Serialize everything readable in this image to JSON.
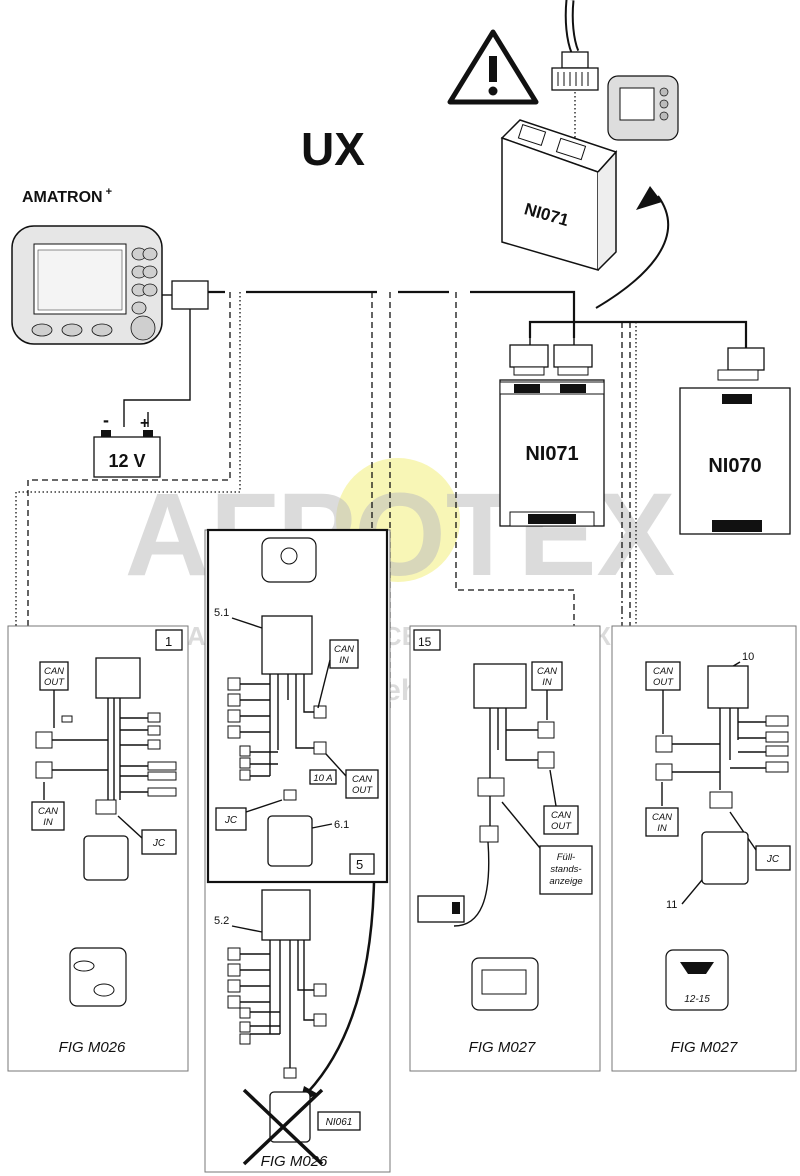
{
  "title": "UX",
  "terminal": {
    "name": "AMATRON",
    "superscript": "+"
  },
  "battery": {
    "label": "12 V",
    "minus": "-",
    "plus": "+"
  },
  "modules": {
    "top": "NI071",
    "left": "NI071",
    "right": "NI070"
  },
  "panels": {
    "p1": {
      "number": "1",
      "can_out": [
        "CAN",
        "OUT"
      ],
      "can_in": [
        "CAN",
        "IN"
      ],
      "jc": "JC",
      "fig": "FIG M026"
    },
    "p5": {
      "number": "5",
      "item_51": "5.1",
      "item_61": "6.1",
      "item_52": "5.2",
      "can_in": [
        "CAN",
        "IN"
      ],
      "can_out": [
        "CAN",
        "OUT"
      ],
      "fuse": "10 A",
      "jc": "JC",
      "ni061": "NI061",
      "fig": "FIG M026"
    },
    "p15": {
      "number": "15",
      "can_in": [
        "CAN",
        "IN"
      ],
      "can_out": [
        "CAN",
        "OUT"
      ],
      "fill": [
        "Füll-",
        "stands-",
        "anzeige"
      ],
      "fig": "FIG M027"
    },
    "p10": {
      "number": "10",
      "item_11": "11",
      "can_out": [
        "CAN",
        "OUT"
      ],
      "can_in": [
        "CAN",
        "IN"
      ],
      "jc": "JC",
      "badge": "12-15",
      "fig": "FIG M027"
    }
  },
  "watermark": {
    "brand": "АГРОТЕХ",
    "tagline": "ЗАПЧАСТИ ДЛЯ СЕЛЬХОЗТЕХНИКИ",
    "url": "agroteh26.ru"
  }
}
